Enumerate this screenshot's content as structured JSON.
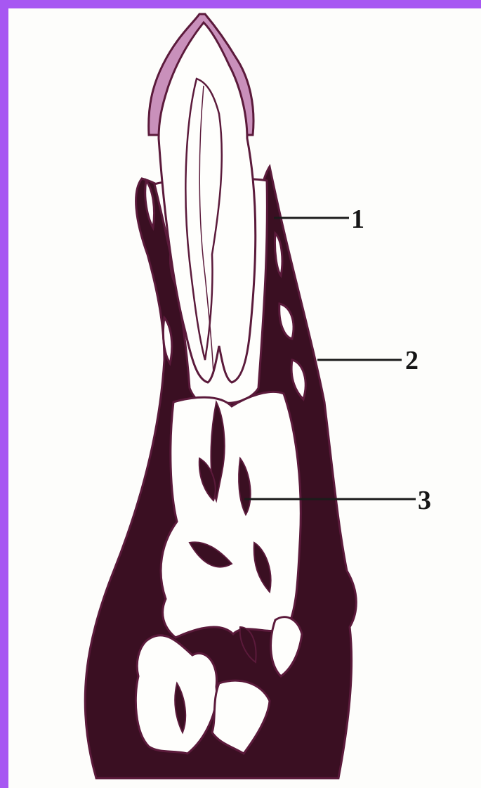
{
  "colors": {
    "border": "#a757f2",
    "background": "#fdfdfb",
    "bone": "#3a0f22",
    "outline": "#5b1a3b",
    "cavity": "#fefefc",
    "leader": "#1b1b1b"
  },
  "labels": [
    {
      "id": "1",
      "text": "1"
    },
    {
      "id": "2",
      "text": "2"
    },
    {
      "id": "3",
      "text": "3"
    }
  ]
}
